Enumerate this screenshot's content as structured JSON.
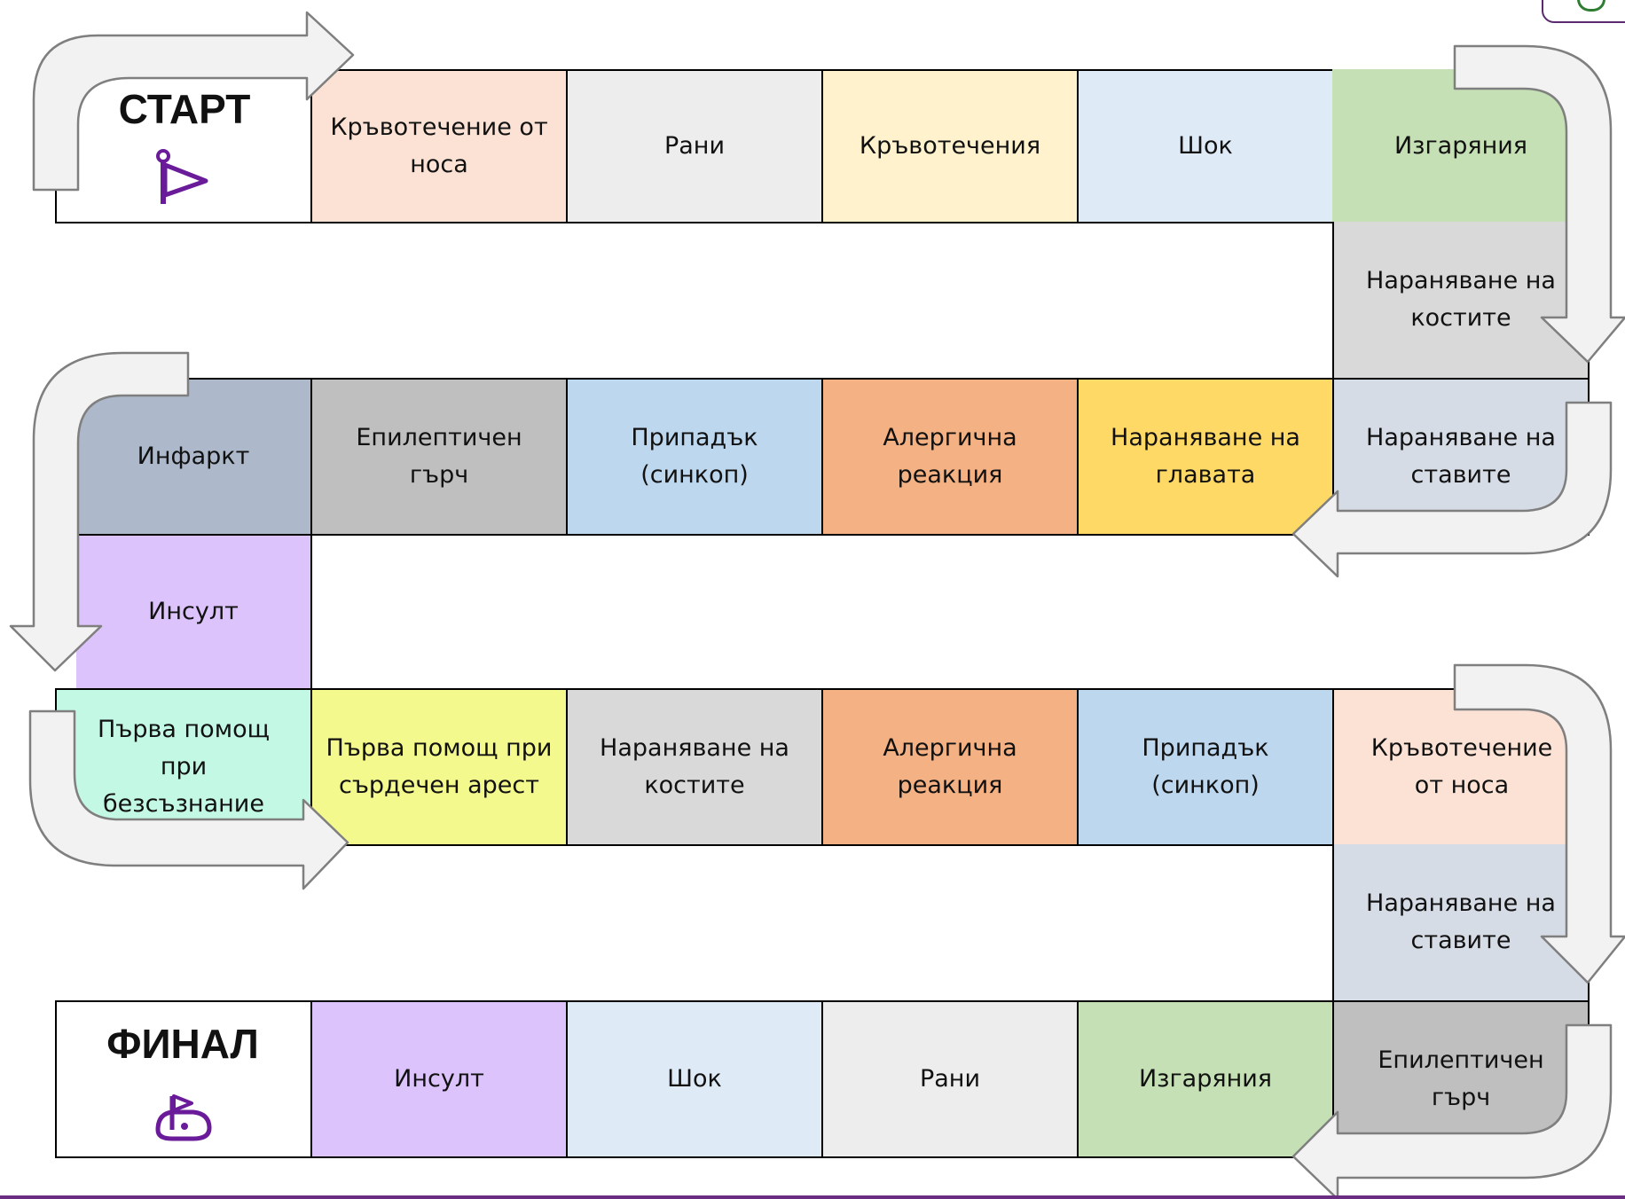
{
  "start": {
    "label": "СТАРТ",
    "icon": "flag-icon",
    "icon_color": "#6a1b9a"
  },
  "finish": {
    "label": "ФИНАЛ",
    "icon": "golf-hole-icon",
    "icon_color": "#6a1b9a"
  },
  "cells": [
    {
      "name": "nosebleed-1",
      "text": [
        "Кръвотечение от",
        "носа"
      ],
      "color": "#fbe2d5"
    },
    {
      "name": "wounds-1",
      "text": [
        "Рани"
      ],
      "color": "#ededed"
    },
    {
      "name": "bleeding-1",
      "text": [
        "Кръвотечения"
      ],
      "color": "#fff2cc"
    },
    {
      "name": "shock-1",
      "text": [
        "Шок"
      ],
      "color": "#deebf7"
    },
    {
      "name": "burns-1",
      "text": [
        "Изгаряния"
      ],
      "color": "#c5e0b4"
    },
    {
      "name": "bone-injury-1",
      "text": [
        "Нараняване на",
        "костите"
      ],
      "color": "#d9d9d9"
    },
    {
      "name": "joint-injury-1",
      "text": [
        "Нараняване на",
        "ставите"
      ],
      "color": "#d6dce5"
    },
    {
      "name": "head-injury",
      "text": [
        "Нараняване на",
        "главата"
      ],
      "color": "#ffd966"
    },
    {
      "name": "allergic-reaction-1",
      "text": [
        "Алергична",
        "реакция"
      ],
      "color": "#f4b183"
    },
    {
      "name": "syncope-1",
      "text": [
        "Припадък",
        "(синкоп)"
      ],
      "color": "#bdd7ee"
    },
    {
      "name": "epileptic-seizure-1",
      "text": [
        "Епилептичен",
        "гърч"
      ],
      "color": "#bfbfbf"
    },
    {
      "name": "heart-attack",
      "text": [
        "Инфаркт"
      ],
      "color": "#adb9ca"
    },
    {
      "name": "stroke-1",
      "text": [
        "Инсулт"
      ],
      "color": "#dcc3fb"
    },
    {
      "name": "first-aid-unconscious",
      "text": [
        "Първа помощ",
        "при",
        "безсъзнание"
      ],
      "color": "#c3f8e4"
    },
    {
      "name": "first-aid-cardiac-arrest",
      "text": [
        "Първа помощ при",
        "сърдечен арест"
      ],
      "color": "#f3f98c"
    },
    {
      "name": "bone-injury-2",
      "text": [
        "Нараняване на",
        "костите"
      ],
      "color": "#d9d9d9"
    },
    {
      "name": "allergic-reaction-2",
      "text": [
        "Алергична",
        "реакция"
      ],
      "color": "#f4b183"
    },
    {
      "name": "syncope-2",
      "text": [
        "Припадък",
        "(синкоп)"
      ],
      "color": "#bdd7ee"
    },
    {
      "name": "nosebleed-2",
      "text": [
        "Кръвотечение",
        "от носа"
      ],
      "color": "#fbe2d5"
    },
    {
      "name": "joint-injury-2",
      "text": [
        "Нараняване на",
        "ставите"
      ],
      "color": "#d6dce5"
    },
    {
      "name": "epileptic-seizure-2",
      "text": [
        "Епилептичен",
        "гърч"
      ],
      "color": "#bfbfbf"
    },
    {
      "name": "burns-2",
      "text": [
        "Изгаряния"
      ],
      "color": "#c5e0b4"
    },
    {
      "name": "wounds-2",
      "text": [
        "Рани"
      ],
      "color": "#ededed"
    },
    {
      "name": "shock-2",
      "text": [
        "Шок"
      ],
      "color": "#deebf7"
    },
    {
      "name": "stroke-2",
      "text": [
        "Инсулт"
      ],
      "color": "#dcc3fb"
    }
  ],
  "arrow_color": "#f2f2f2",
  "arrow_stroke": "#7f7f7f"
}
